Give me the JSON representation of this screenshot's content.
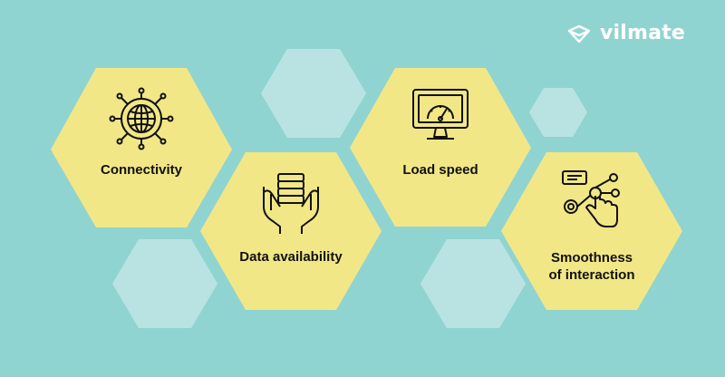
{
  "brand": {
    "name": "vilmate",
    "icon": "vilmate-logo-icon"
  },
  "features": [
    {
      "label": "Connectivity",
      "icon": "globe-network-icon"
    },
    {
      "label": "Data availability",
      "icon": "hands-holding-data-icon"
    },
    {
      "label": "Load speed",
      "icon": "monitor-speedometer-icon"
    },
    {
      "label": "Smoothness",
      "label2": "of interaction",
      "icon": "touch-interaction-icon"
    }
  ],
  "colors": {
    "background": "#90d4d2",
    "hex_fill": "#f2e786",
    "hex_light": "#b9e3e2",
    "text": "#111111"
  }
}
